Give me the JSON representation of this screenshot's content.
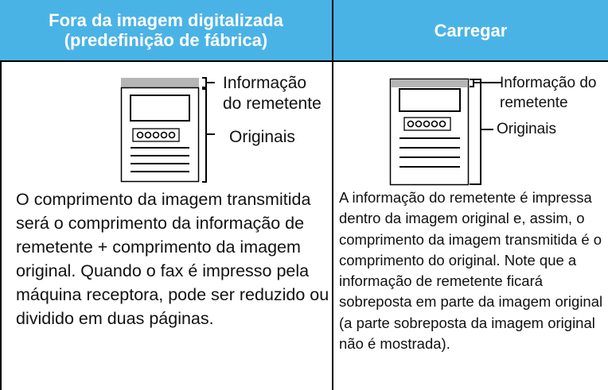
{
  "table": {
    "headers": {
      "left_line1": "Fora da imagem digitalizada",
      "left_line2": "(predefinição de fábrica)",
      "right": "Carregar"
    },
    "left": {
      "label_sender": [
        "Informação",
        "do remetente"
      ],
      "label_originals": "Originais",
      "description": "O comprimento da imagem transmitida será o comprimento da informação de remetente + comprimento da imagem original. Quando o fax é impresso pela máquina receptora, pode ser reduzido ou dividido em duas páginas."
    },
    "right": {
      "label_sender": [
        "Informação do",
        "remetente"
      ],
      "label_originals": "Originais",
      "description": "A informação do remetente é impressa dentro da imagem original e, assim, o comprimento da imagem transmitida é o comprimento do original. Note que a informação de remetente ficará sobreposta em parte da imagem original (a parte sobreposta da imagem original não é mostrada)."
    }
  },
  "colors": {
    "header_bg": "#4ab3e6",
    "header_text": "#ffffff",
    "sender_band": "#b5b5b5"
  }
}
